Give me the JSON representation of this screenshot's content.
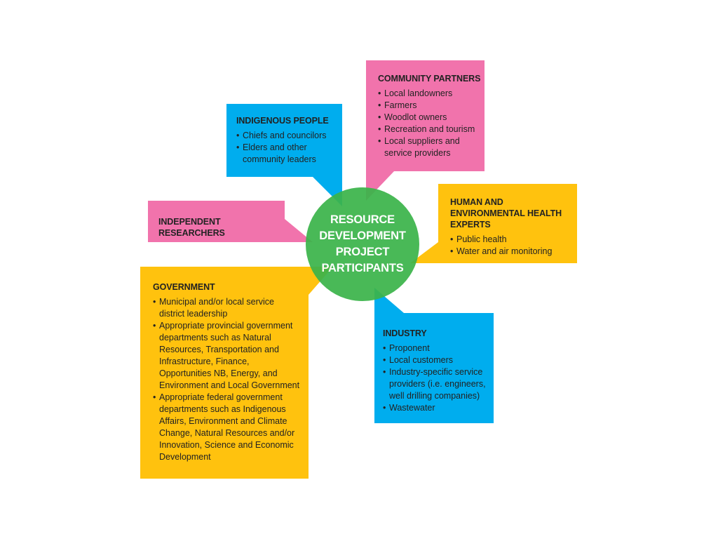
{
  "colors": {
    "blue": "#00adee",
    "pink": "#f173ac",
    "yellow": "#ffc20e",
    "green": "#3cb44b",
    "text": "#222222"
  },
  "hub": {
    "label": "RESOURCE\nDEVELOPMENT\nPROJECT\nPARTICIPANTS"
  },
  "groups": {
    "indigenous": {
      "title": "INDIGENOUS PEOPLE",
      "items": [
        "Chiefs and councilors",
        "Elders and other community leaders"
      ]
    },
    "community": {
      "title": "COMMUNITY PARTNERS",
      "items": [
        "Local landowners",
        "Farmers",
        "Woodlot owners",
        "Recreation and tourism",
        "Local suppliers and service providers"
      ]
    },
    "researchers": {
      "title": "INDEPENDENT RESEARCHERS"
    },
    "health": {
      "title": "HUMAN AND ENVIRONMENTAL HEALTH EXPERTS",
      "items": [
        "Public health",
        "Water and air monitoring"
      ]
    },
    "government": {
      "title": "GOVERNMENT",
      "items": [
        "Municipal and/or local service district leadership",
        "Appropriate provincial government departments such as Natural Resources, Transportation and Infrastructure, Finance, Opportunities NB, Energy, and Environment and Local Government",
        "Appropriate federal government departments such as Indigenous Affairs, Environment and Climate Change, Natural Resources and/or Innovation, Science and Economic Development"
      ]
    },
    "industry": {
      "title": "INDUSTRY",
      "items": [
        "Proponent",
        "Local customers",
        "Industry-specific service providers (i.e. engineers, well drilling companies)",
        "Wastewater"
      ]
    }
  }
}
